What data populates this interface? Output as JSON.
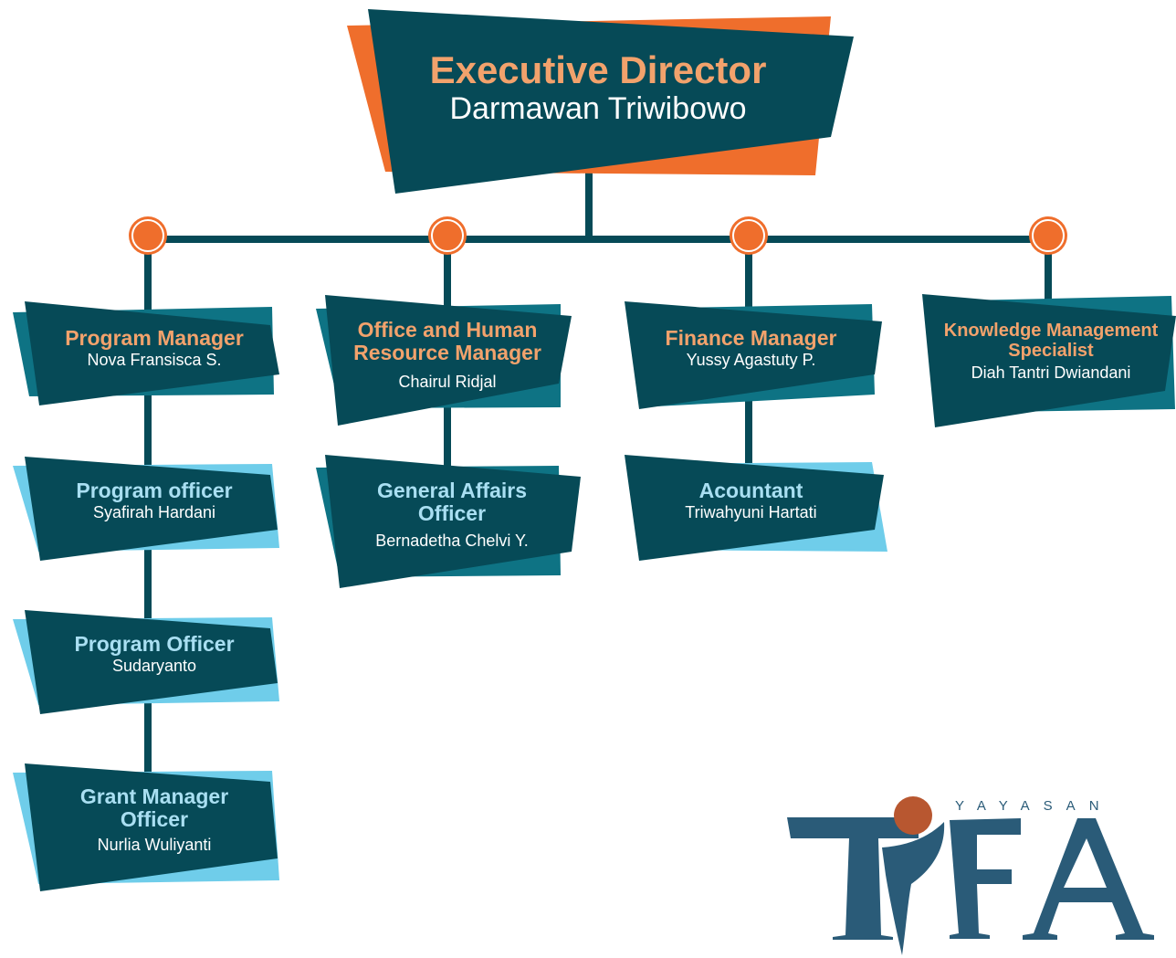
{
  "director": {
    "title": "Executive Director",
    "name": "Darmawan Triwibowo"
  },
  "managers": [
    {
      "title": "Program Manager",
      "name": "Nova Fransisca S."
    },
    {
      "title": "Office and Human Resource Manager",
      "name": "Chairul Ridjal"
    },
    {
      "title": "Finance Manager",
      "name": "Yussy Agastuty P."
    },
    {
      "title": "Knowledge Management Specialist",
      "name": "Diah Tantri Dwiandani"
    }
  ],
  "staff": [
    {
      "title": "Program officer",
      "name": "Syafirah Hardani"
    },
    {
      "title": "Program Officer",
      "name": "Sudaryanto"
    },
    {
      "title": "Grant Manager Officer",
      "name": "Nurlia Wuliyanti"
    },
    {
      "title": "General Affairs Officer",
      "name": "Bernadetha Chelvi Y."
    },
    {
      "title": "Acountant",
      "name": "Triwahyuni Hartati"
    }
  ],
  "logo": {
    "small_text": "YAYASAN",
    "big_text": "TIFA"
  },
  "colors": {
    "dark_teal": "#064a57",
    "mid_teal": "#0e7384",
    "light_blue": "#6fcdea",
    "orange": "#ef6e2c",
    "logo_blue": "#2a5b78",
    "logo_orange": "#b85730"
  }
}
